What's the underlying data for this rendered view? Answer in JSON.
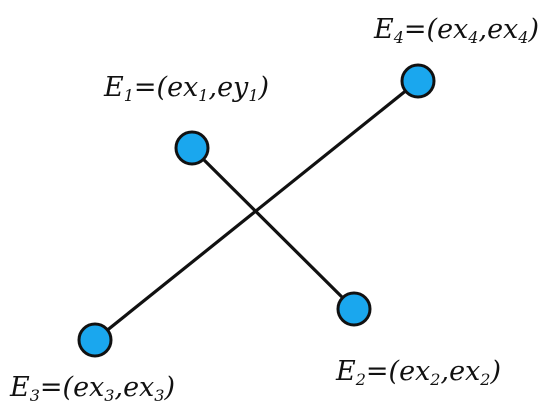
{
  "colors": {
    "node_fill": "#1aa7ee",
    "stroke": "#111111",
    "background": "#ffffff"
  },
  "nodes": [
    {
      "id": "E1",
      "label": {
        "letter": "E",
        "index": "1",
        "eq": "=(",
        "a": "ex",
        "ai": "1",
        "sep": ",",
        "b": "ey",
        "bi": "1",
        "close": ")"
      }
    },
    {
      "id": "E2",
      "label": {
        "letter": "E",
        "index": "2",
        "eq": "=(",
        "a": "ex",
        "ai": "2",
        "sep": ",",
        "b": "ex",
        "bi": "2",
        "close": ")"
      }
    },
    {
      "id": "E3",
      "label": {
        "letter": "E",
        "index": "3",
        "eq": "=(",
        "a": "ex",
        "ai": "3",
        "sep": ",",
        "b": "ex",
        "bi": "3",
        "close": ")"
      }
    },
    {
      "id": "E4",
      "label": {
        "letter": "E",
        "index": "4",
        "eq": "=(",
        "a": "ex",
        "ai": "4",
        "sep": ",",
        "b": "ex",
        "bi": "4",
        "close": ")"
      }
    }
  ],
  "edges": [
    {
      "from": "E1",
      "to": "E2"
    },
    {
      "from": "E3",
      "to": "E4"
    }
  ]
}
